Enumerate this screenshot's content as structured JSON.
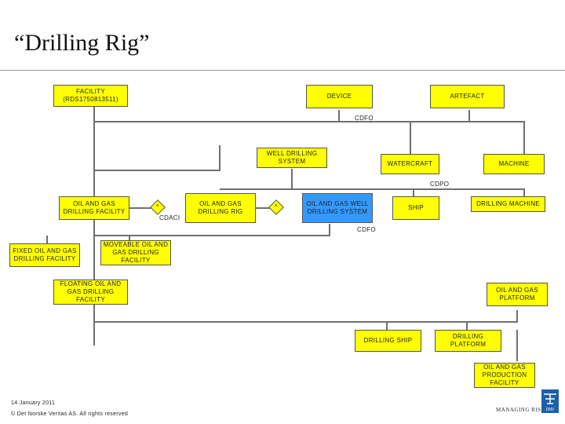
{
  "title": "“Drilling Rig”",
  "nodes": {
    "facility": "FACILITY\n(RDS1750813511)",
    "device": "DEVICE",
    "artefact": "ARTEFACT",
    "well_drilling_system": "WELL DRILLING\nSYSTEM",
    "watercraft": "WATERCRAFT",
    "machine": "MACHINE",
    "oil_gas_drilling_facility": "OIL AND GAS\nDRILLING FACILITY",
    "oil_gas_drilling_rig": "OIL AND GAS\nDRILLING RIG",
    "oil_gas_well_drilling_system": "OIL AND GAS WELL\nDRILLING SYSTEM",
    "ship": "SHIP",
    "drilling_machine": "DRILLING MACHINE",
    "fixed_oil_gas_drilling_facility": "FIXED OIL AND GAS\nDRILLING FACILITY",
    "moveable_oil_gas_drilling_facility": "MOVEABLE OIL AND\nGAS DRILLING\nFACILITY",
    "floating_oil_gas_drilling_facility": "FLOATING OIL AND\nGAS DRILLING\nFACILITY",
    "oil_gas_platform": "OIL AND GAS\nPLATFORM",
    "drilling_ship": "DRILLING SHIP",
    "drilling_platform": "DRILLING PLATFORM",
    "oil_gas_production_facility": "OIL AND GAS\nPRODUCTION\nFACILITY",
    "diamond1": "*",
    "diamond2": "*"
  },
  "labels": {
    "cdfo_top": "CDFO",
    "cdpo": "CDPO",
    "cdfo_mid": "CDFO",
    "cdaci": "CDACI"
  },
  "footer": {
    "date": "14 January 2011",
    "copyright": "© Det Norske Veritas AS. All rights reserved",
    "managing_risk": "MANAGING RISK"
  },
  "colors": {
    "node_fill": "#ffff00",
    "highlight_fill": "#3399ff",
    "line": "#6f6f6f"
  }
}
